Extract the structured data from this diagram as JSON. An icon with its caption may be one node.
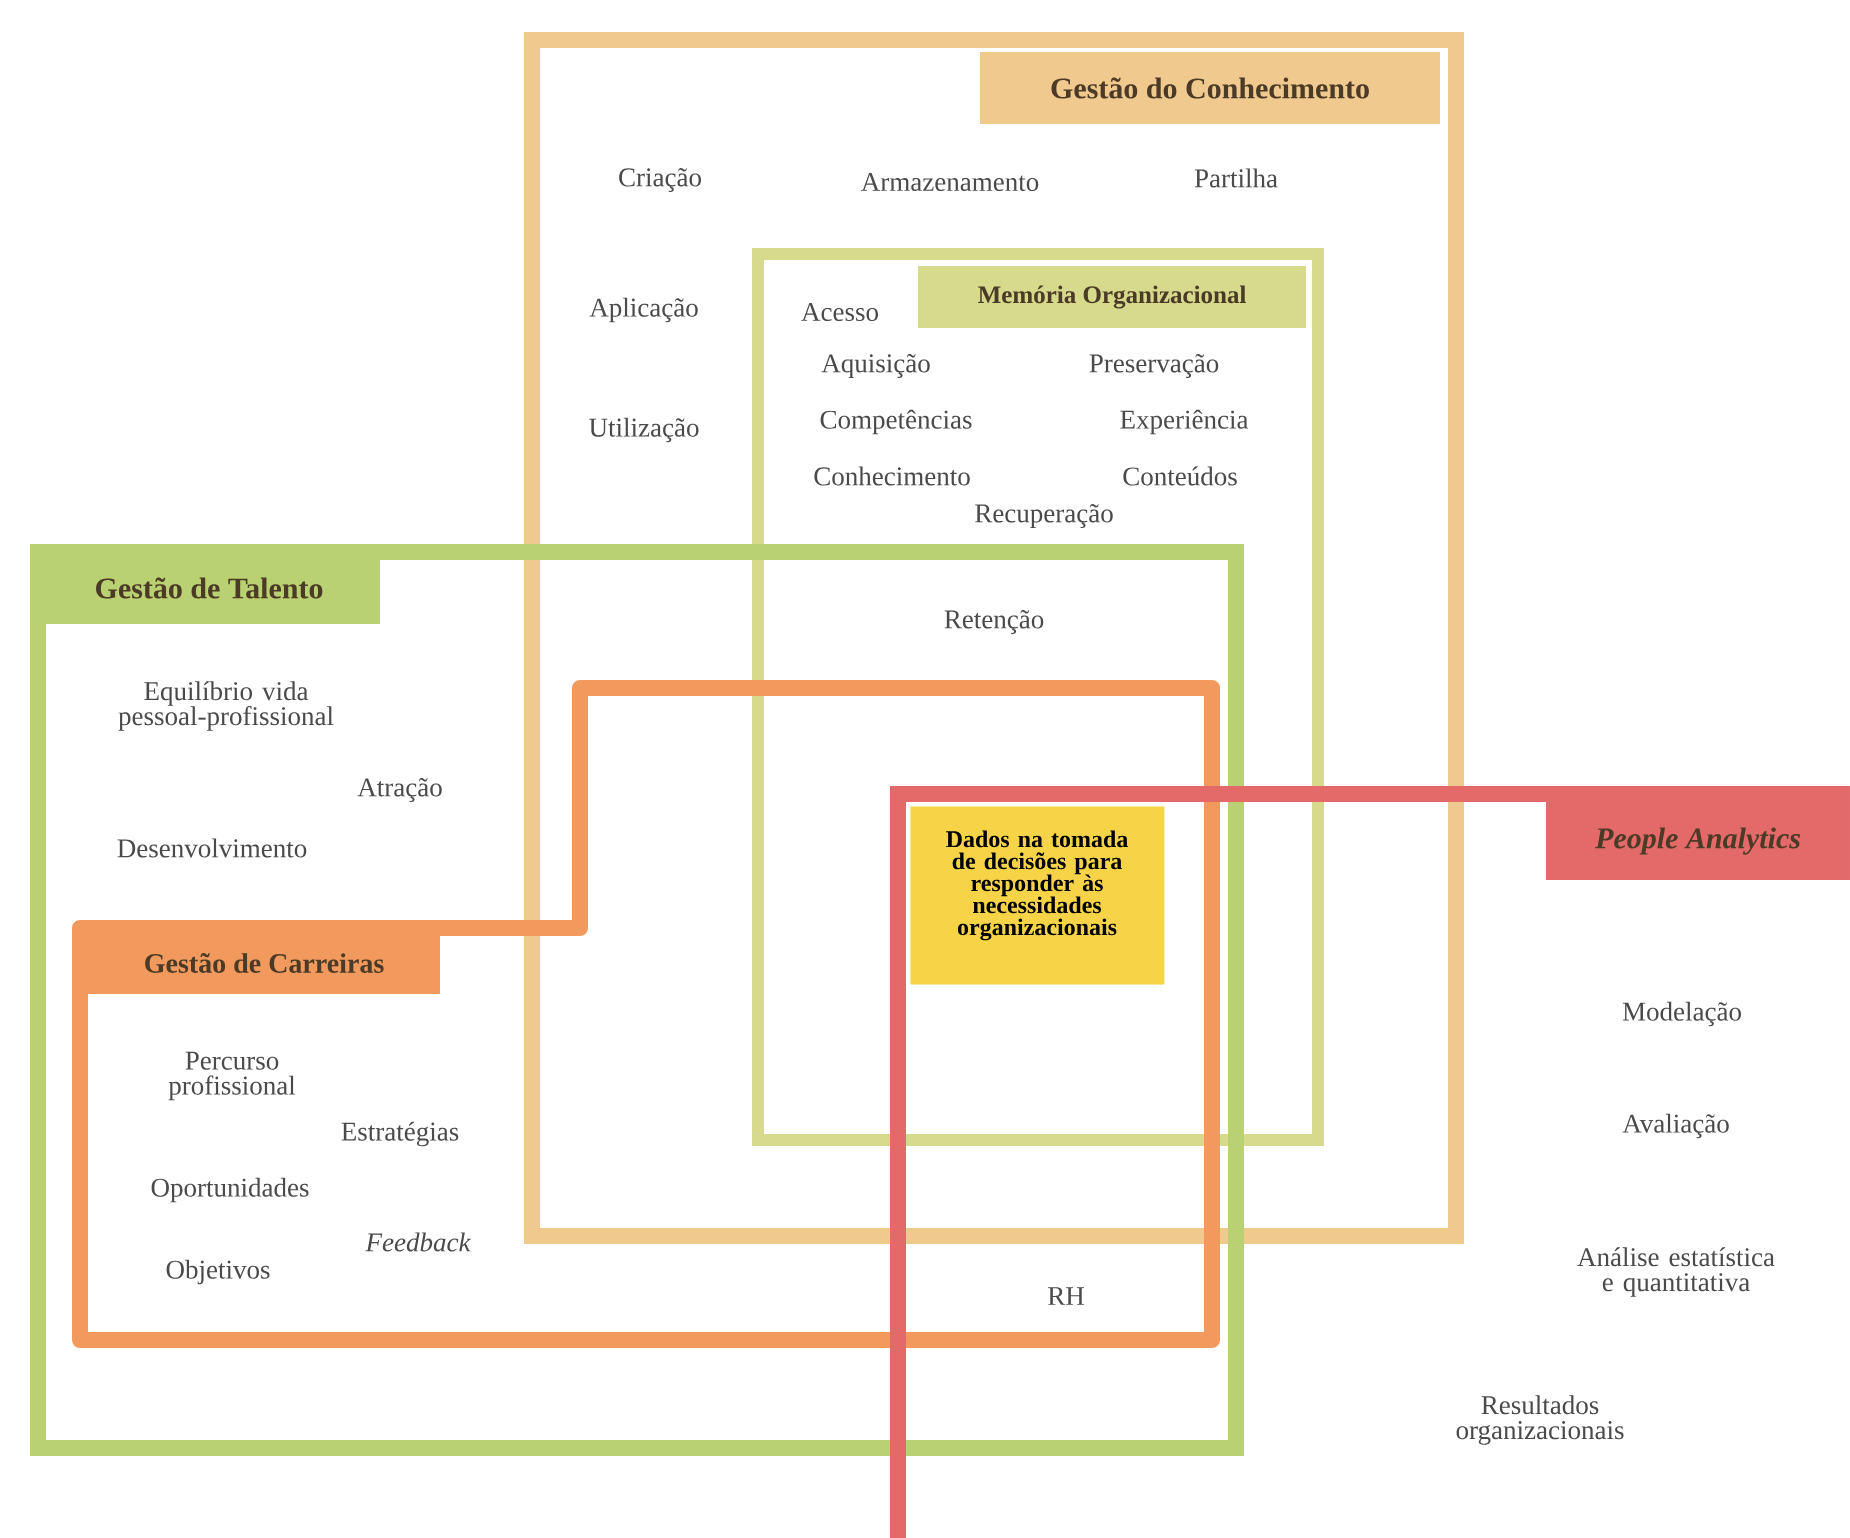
{
  "diagram": {
    "nodes": [
      {
        "text": [
          "Gestão do Conhecimento"
        ]
      },
      {
        "text": [
          "Memória Organizacional"
        ],
        "in": 0
      },
      {
        "text": [
          "Gestão de Talento"
        ]
      },
      {
        "text": [
          "Gestão de Carreiras"
        ],
        "in": 2
      },
      {
        "text": [
          "People Analytics"
        ]
      },
      {
        "text": [
          "Dados na tomada de decisões para responder às necessidades organizacionais"
        ]
      }
    ],
    "labels": [
      "Criação",
      "Armazenamento",
      "Partilha",
      "Aplicação",
      "Acesso",
      "Aquisição",
      "Preservação",
      "Utilização",
      "Competências",
      "Experiência",
      "Conhecimento",
      "Conteúdos",
      "Recuperação",
      "Retenção",
      "Equilíbrio vida pessoal-profissional",
      "Atração",
      "Desenvolvimento",
      "Modelação",
      "Percurso profissional",
      "Estratégias",
      "Avaliação",
      "Oportunidades",
      "Feedback",
      "Objetivos",
      "RH",
      "Análise estatística e quantitativa",
      "Resultados organizacionais"
    ]
  }
}
